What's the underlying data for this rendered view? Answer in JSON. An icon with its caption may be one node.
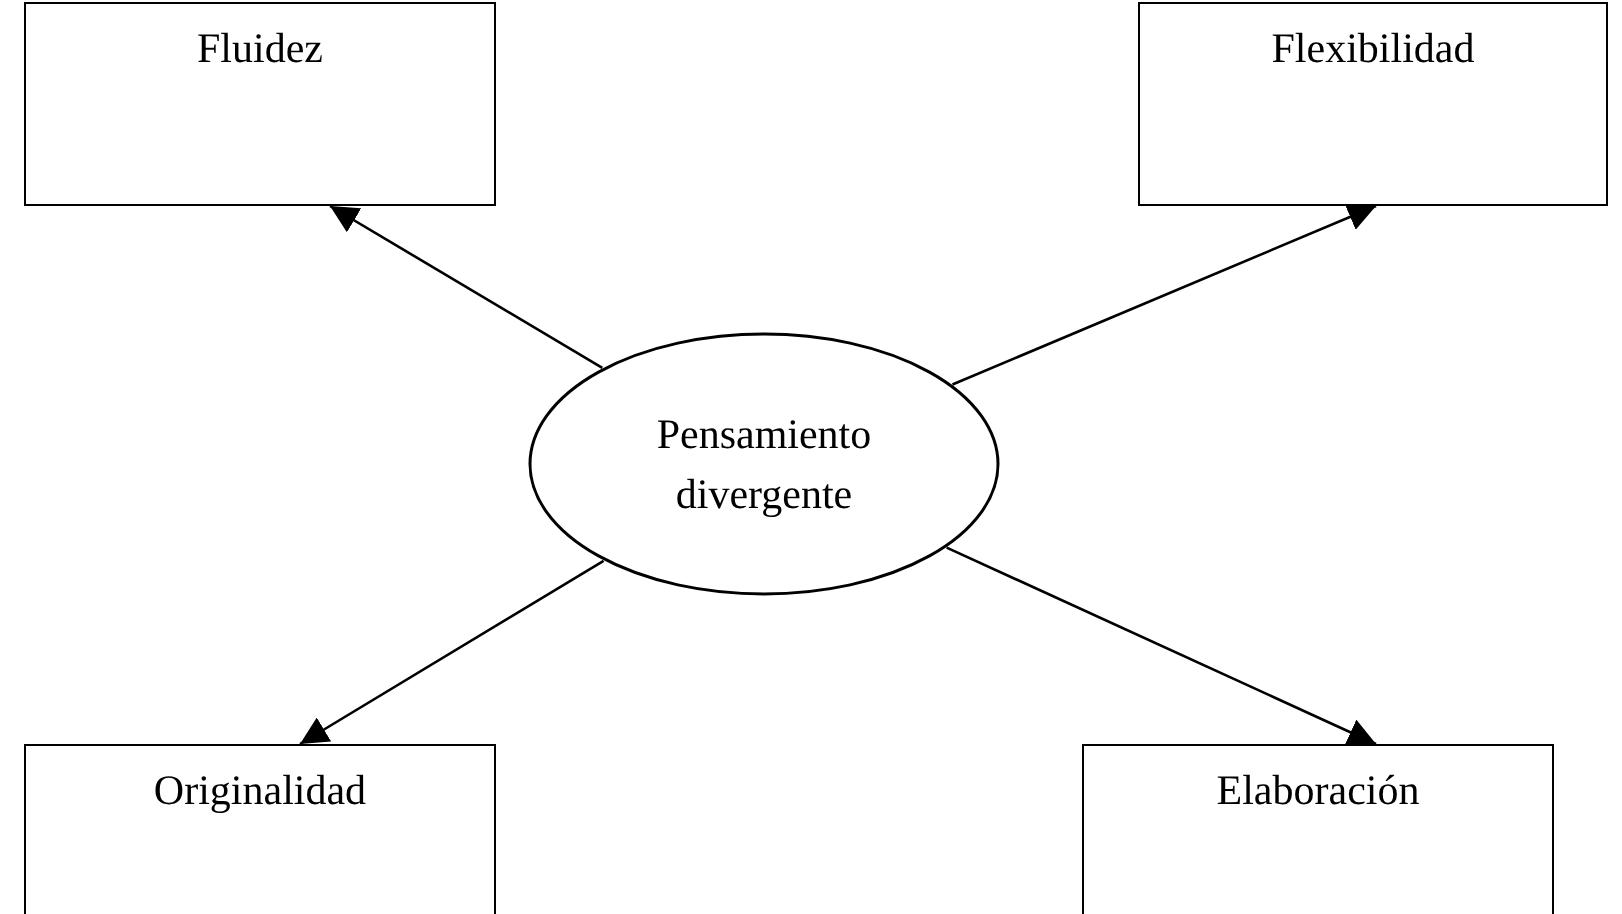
{
  "diagram": {
    "nodes": [
      {
        "text": [
          "Pensamiento divergente"
        ]
      },
      {
        "text": [
          "Fluidez"
        ]
      },
      {
        "text": [
          "Flexibilidad"
        ]
      },
      {
        "text": [
          "Originalidad"
        ]
      },
      {
        "text": [
          "Elaboración"
        ]
      }
    ],
    "edges": [
      {
        "from": 0,
        "to": 1,
        "arrow": "to"
      },
      {
        "from": 0,
        "to": 2,
        "arrow": "to"
      },
      {
        "from": 0,
        "to": 3,
        "arrow": "to"
      },
      {
        "from": 0,
        "to": 4,
        "arrow": "to"
      }
    ]
  }
}
